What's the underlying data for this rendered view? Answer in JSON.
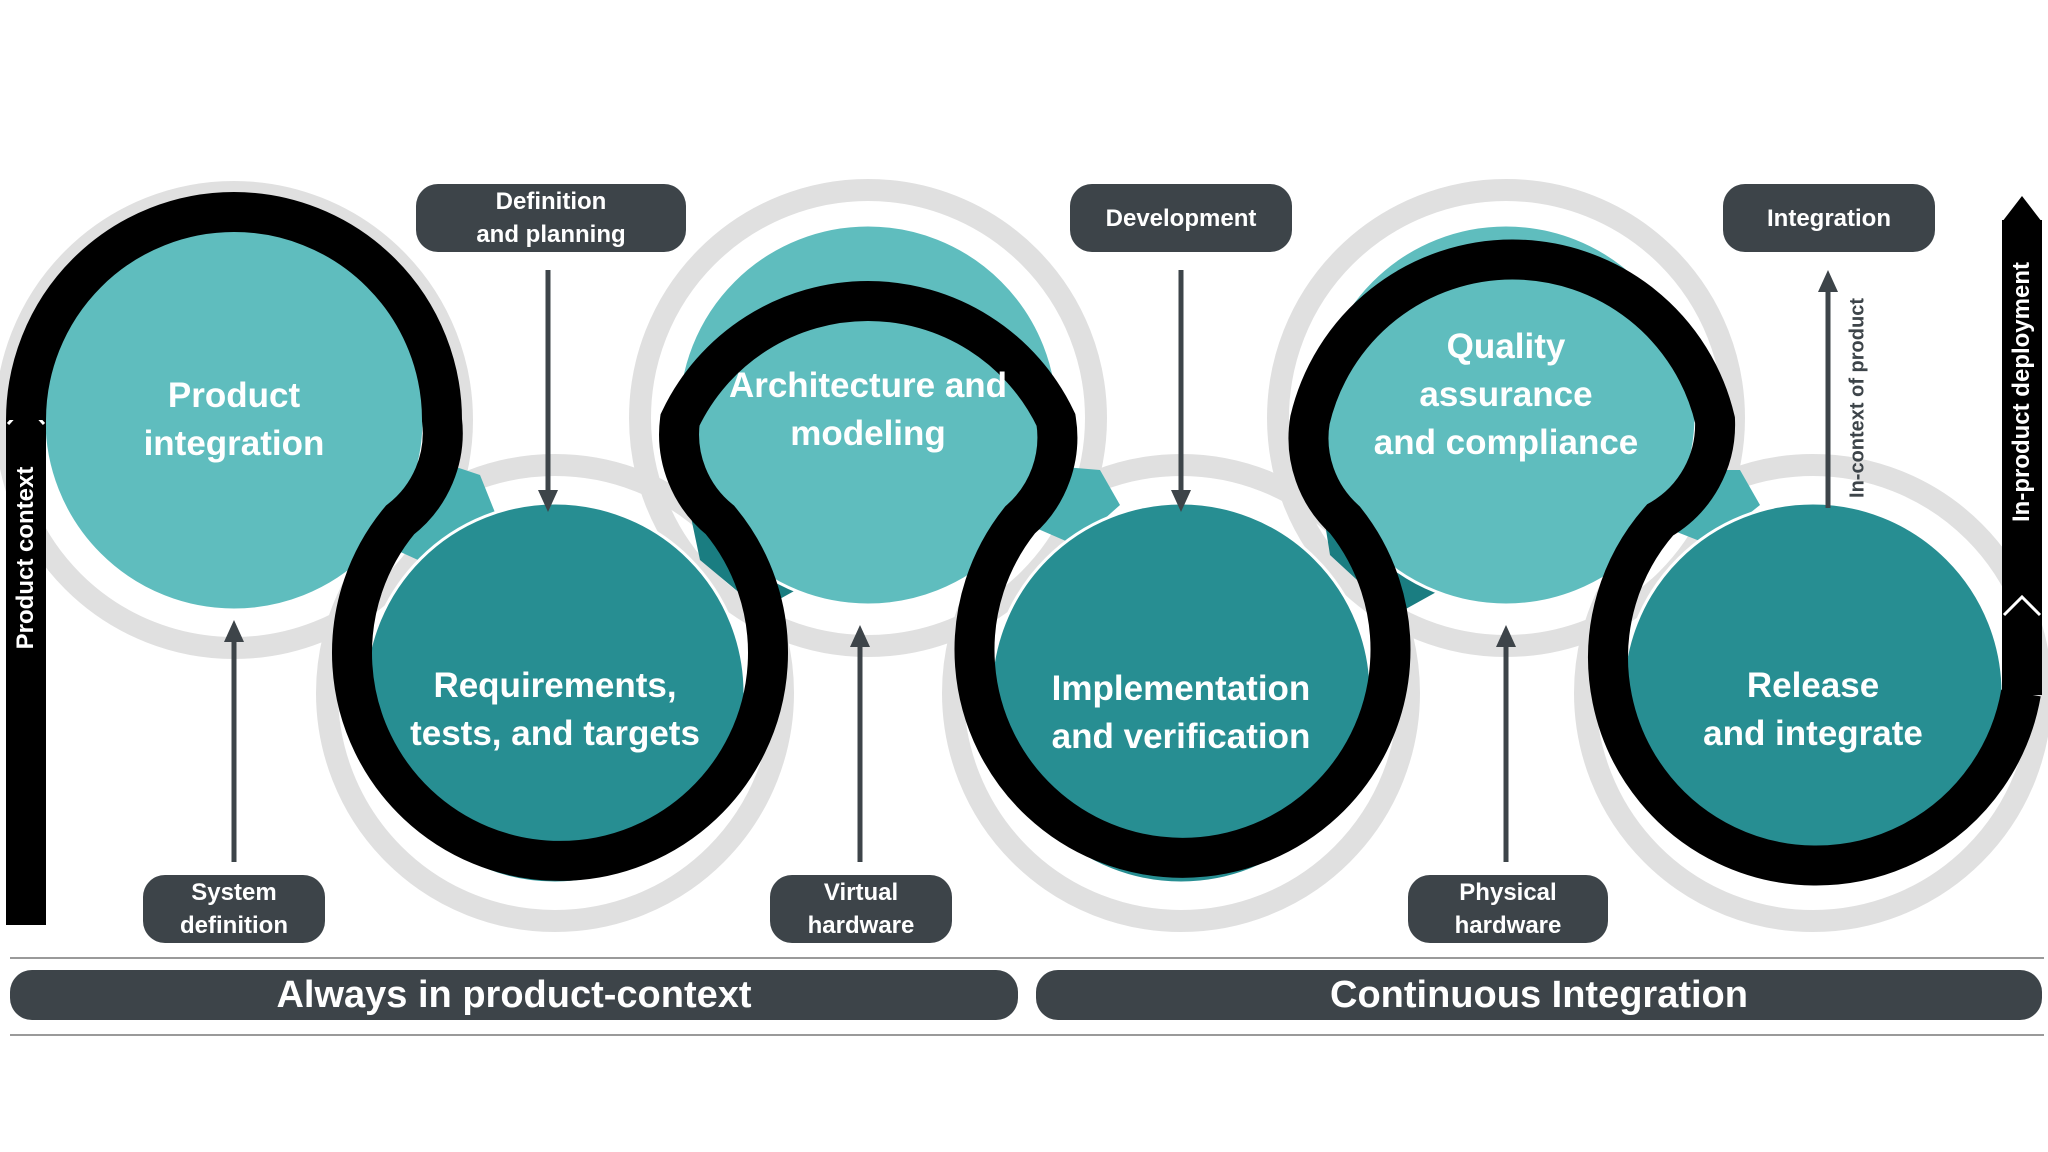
{
  "colors": {
    "dark": "#3d4449",
    "light_teal": "#5fbdbe",
    "mid_teal": "#4ab0b2",
    "dark_teal": "#278e92",
    "deep_teal": "#1a7d81",
    "black_path": "#000000",
    "grey_ring": "#e0e0e0"
  },
  "circles": [
    {
      "label": "Product\nintegration",
      "shade": "light"
    },
    {
      "label": "Requirements,\ntests, and targets",
      "shade": "dark"
    },
    {
      "label": "Architecture and\nmodeling",
      "shade": "light"
    },
    {
      "label": "Implementation\nand verification",
      "shade": "dark"
    },
    {
      "label": "Quality\nassurance\nand compliance",
      "shade": "light"
    },
    {
      "label": "Release\nand integrate",
      "shade": "dark"
    }
  ],
  "top_tags": [
    {
      "label": "Definition\nand planning",
      "arrow": "down"
    },
    {
      "label": "Development",
      "arrow": "down"
    },
    {
      "label": "Integration",
      "arrow": "up"
    }
  ],
  "bottom_tags": [
    {
      "label": "System\ndefinition",
      "arrow": "up"
    },
    {
      "label": "Virtual\nhardware",
      "arrow": "up"
    },
    {
      "label": "Physical\nhardware",
      "arrow": "up"
    }
  ],
  "side_labels": {
    "left": "Product context",
    "right": "In-product deployment",
    "integration_arrow": "In-context of product"
  },
  "bottom_bars": [
    {
      "label": "Always in product-context"
    },
    {
      "label": "Continuous Integration"
    }
  ]
}
